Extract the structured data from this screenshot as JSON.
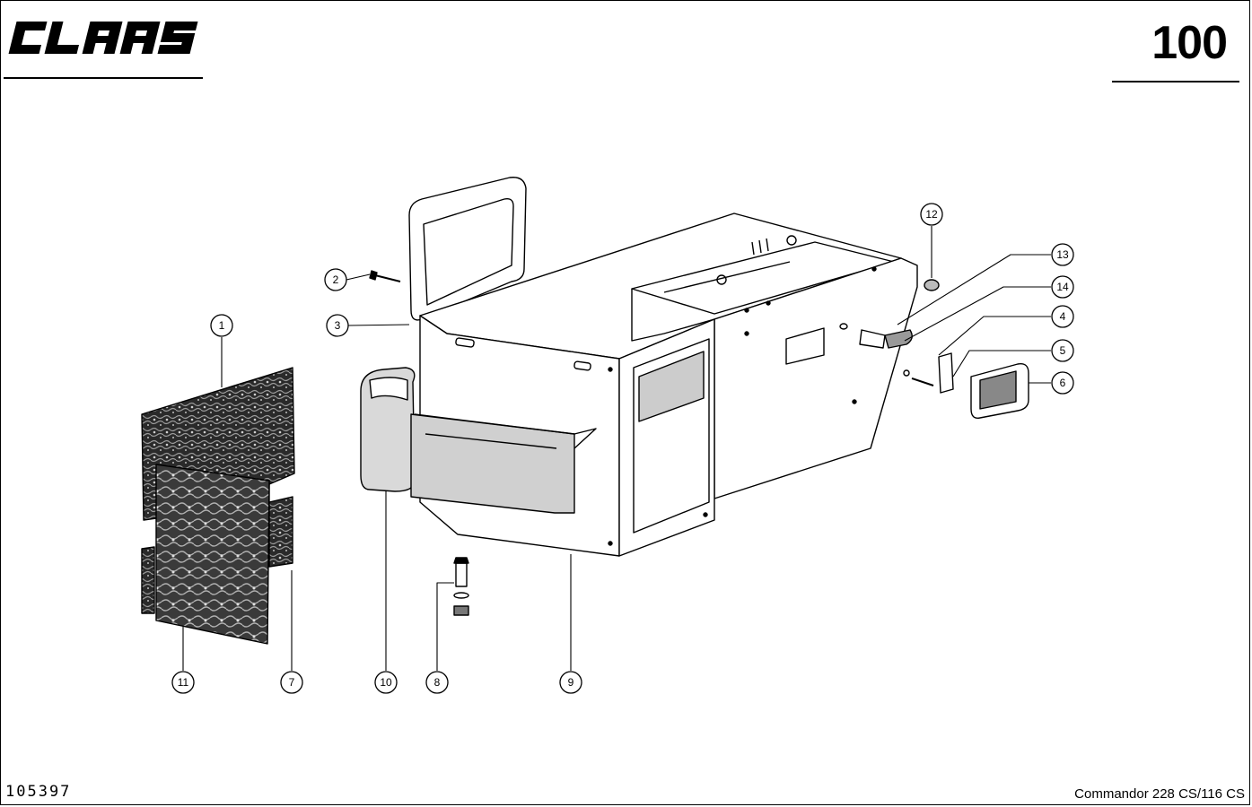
{
  "header": {
    "brand_logo": "CLAAS",
    "page_number": "100"
  },
  "footer": {
    "document_number": "105397",
    "model": "Commandor 228 CS/116 CS"
  },
  "callouts": [
    {
      "id": "c1",
      "label": "1"
    },
    {
      "id": "c2",
      "label": "2"
    },
    {
      "id": "c3",
      "label": "3"
    },
    {
      "id": "c4",
      "label": "4"
    },
    {
      "id": "c5",
      "label": "5"
    },
    {
      "id": "c6",
      "label": "6"
    },
    {
      "id": "c7",
      "label": "7"
    },
    {
      "id": "c8",
      "label": "8"
    },
    {
      "id": "c9",
      "label": "9"
    },
    {
      "id": "c10",
      "label": "10"
    },
    {
      "id": "c11",
      "label": "11"
    },
    {
      "id": "c12",
      "label": "12"
    },
    {
      "id": "c13",
      "label": "13"
    },
    {
      "id": "c14",
      "label": "14"
    }
  ],
  "colors": {
    "ink": "#000000",
    "paper": "#ffffff",
    "texture_dark": "#1a1a1a",
    "texture_mid": "#6a6a6a"
  }
}
